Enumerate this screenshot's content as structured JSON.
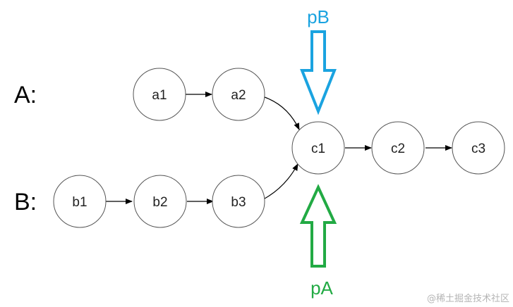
{
  "rows": {
    "a": "A:",
    "b": "B:"
  },
  "nodes": {
    "a1": "a1",
    "a2": "a2",
    "b1": "b1",
    "b2": "b2",
    "b3": "b3",
    "c1": "c1",
    "c2": "c2",
    "c3": "c3"
  },
  "pointers": {
    "pB": {
      "label": "pB",
      "color": "#1aa3e0",
      "direction": "down"
    },
    "pA": {
      "label": "pA",
      "color": "#22aa44",
      "direction": "up"
    }
  },
  "colors": {
    "node_stroke": "#555555",
    "edge": "#000000"
  },
  "watermark": "@稀土掘金技术社区"
}
